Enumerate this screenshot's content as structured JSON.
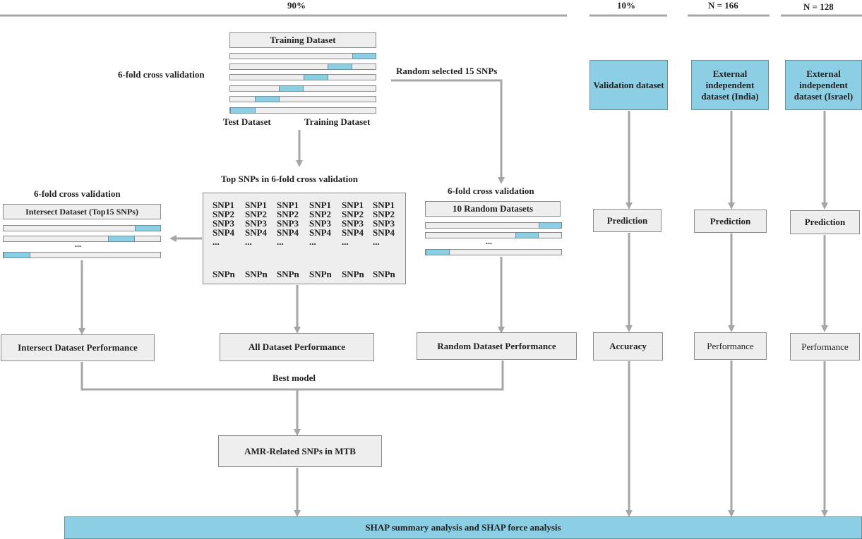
{
  "header": {
    "p90": "90%",
    "p10": "10%",
    "n166": "N = 166",
    "n128": "N = 128"
  },
  "top": {
    "training_dataset": "Training Dataset",
    "cv_label": "6-fold cross validation",
    "test_dataset": "Test Dataset",
    "training_dataset_bottom": "Training Dataset",
    "random_selected": "Random selected 15 SNPs"
  },
  "middle": {
    "top_snps_title": "Top SNPs in 6-fold cross validation",
    "snp_columns": [
      [
        "SNP1",
        "SNP2",
        "SNP3",
        "SNP4",
        "...",
        "SNPn"
      ],
      [
        "SNP1",
        "SNP2",
        "SNP3",
        "SNP4",
        "...",
        "SNPn"
      ],
      [
        "SNP1",
        "SNP2",
        "SNP3",
        "SNP4",
        "...",
        "SNPn"
      ],
      [
        "SNP1",
        "SNP2",
        "SNP3",
        "SNP4",
        "...",
        "SNPn"
      ],
      [
        "SNP1",
        "SNP2",
        "SNP3",
        "SNP4",
        "...",
        "SNPn"
      ],
      [
        "SNP1",
        "SNP2",
        "SNP3",
        "SNP4",
        "...",
        "SNPn"
      ]
    ],
    "all_dataset_performance": "All Dataset Performance"
  },
  "left": {
    "cv_label": "6-fold cross validation",
    "intersect_title": "Intersect Dataset (Top15 SNPs)",
    "ellipsis": "...",
    "performance": "Intersect Dataset Performance"
  },
  "right_random": {
    "cv_label": "6-fold cross validation",
    "title": "10  Random Datasets",
    "ellipsis": "...",
    "performance": "Random Dataset Performance"
  },
  "bottom": {
    "best_model": "Best model",
    "amr": "AMR-Related SNPs in MTB",
    "shap": "SHAP  summary analysis and SHAP force analysis"
  },
  "columns": {
    "validation": {
      "title": "Validation dataset",
      "step1": "Prediction",
      "step2": "Accuracy"
    },
    "india": {
      "title": "External independent dataset (India)",
      "step1": "Prediction",
      "step2": "Performance"
    },
    "israel": {
      "title": "External independent dataset (Israel)",
      "step1": "Prediction",
      "step2": "Performance"
    }
  },
  "colors": {
    "blue": "#8ccfe4",
    "gray_box": "#eeeeee",
    "line": "#a6a6a6"
  }
}
